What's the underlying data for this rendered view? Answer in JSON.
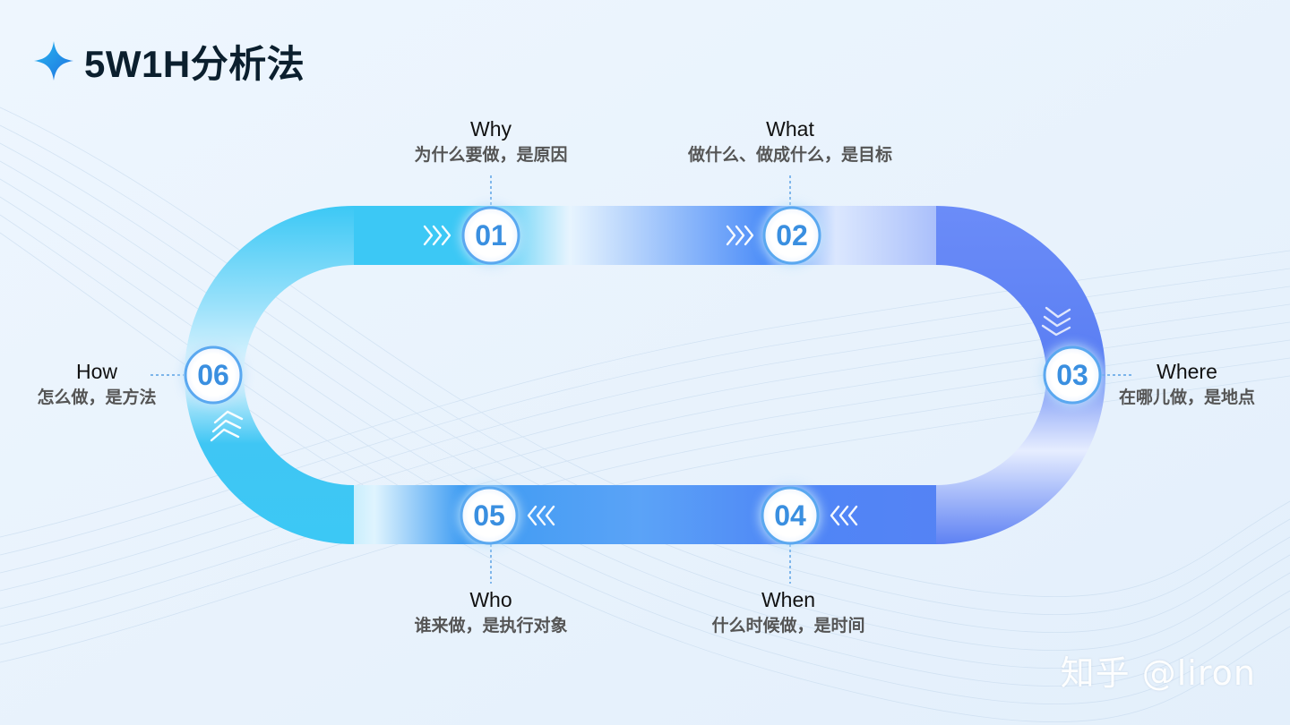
{
  "title": "5W1H分析法",
  "colors": {
    "background": "#e8f2fd",
    "cyan": "#3cc8f5",
    "blue": "#4d7df5",
    "number": "#3a8fe0"
  },
  "steps": [
    {
      "num": "01",
      "en": "Why",
      "cn": "为什么要做，是原因"
    },
    {
      "num": "02",
      "en": "What",
      "cn": "做什么、做成什么，是目标"
    },
    {
      "num": "03",
      "en": "Where",
      "cn": "在哪儿做，是地点"
    },
    {
      "num": "04",
      "en": "When",
      "cn": "什么时候做，是时间"
    },
    {
      "num": "05",
      "en": "Who",
      "cn": "谁来做，是执行对象"
    },
    {
      "num": "06",
      "en": "How",
      "cn": "怎么做，是方法"
    }
  ],
  "watermark": "知乎 @liron"
}
